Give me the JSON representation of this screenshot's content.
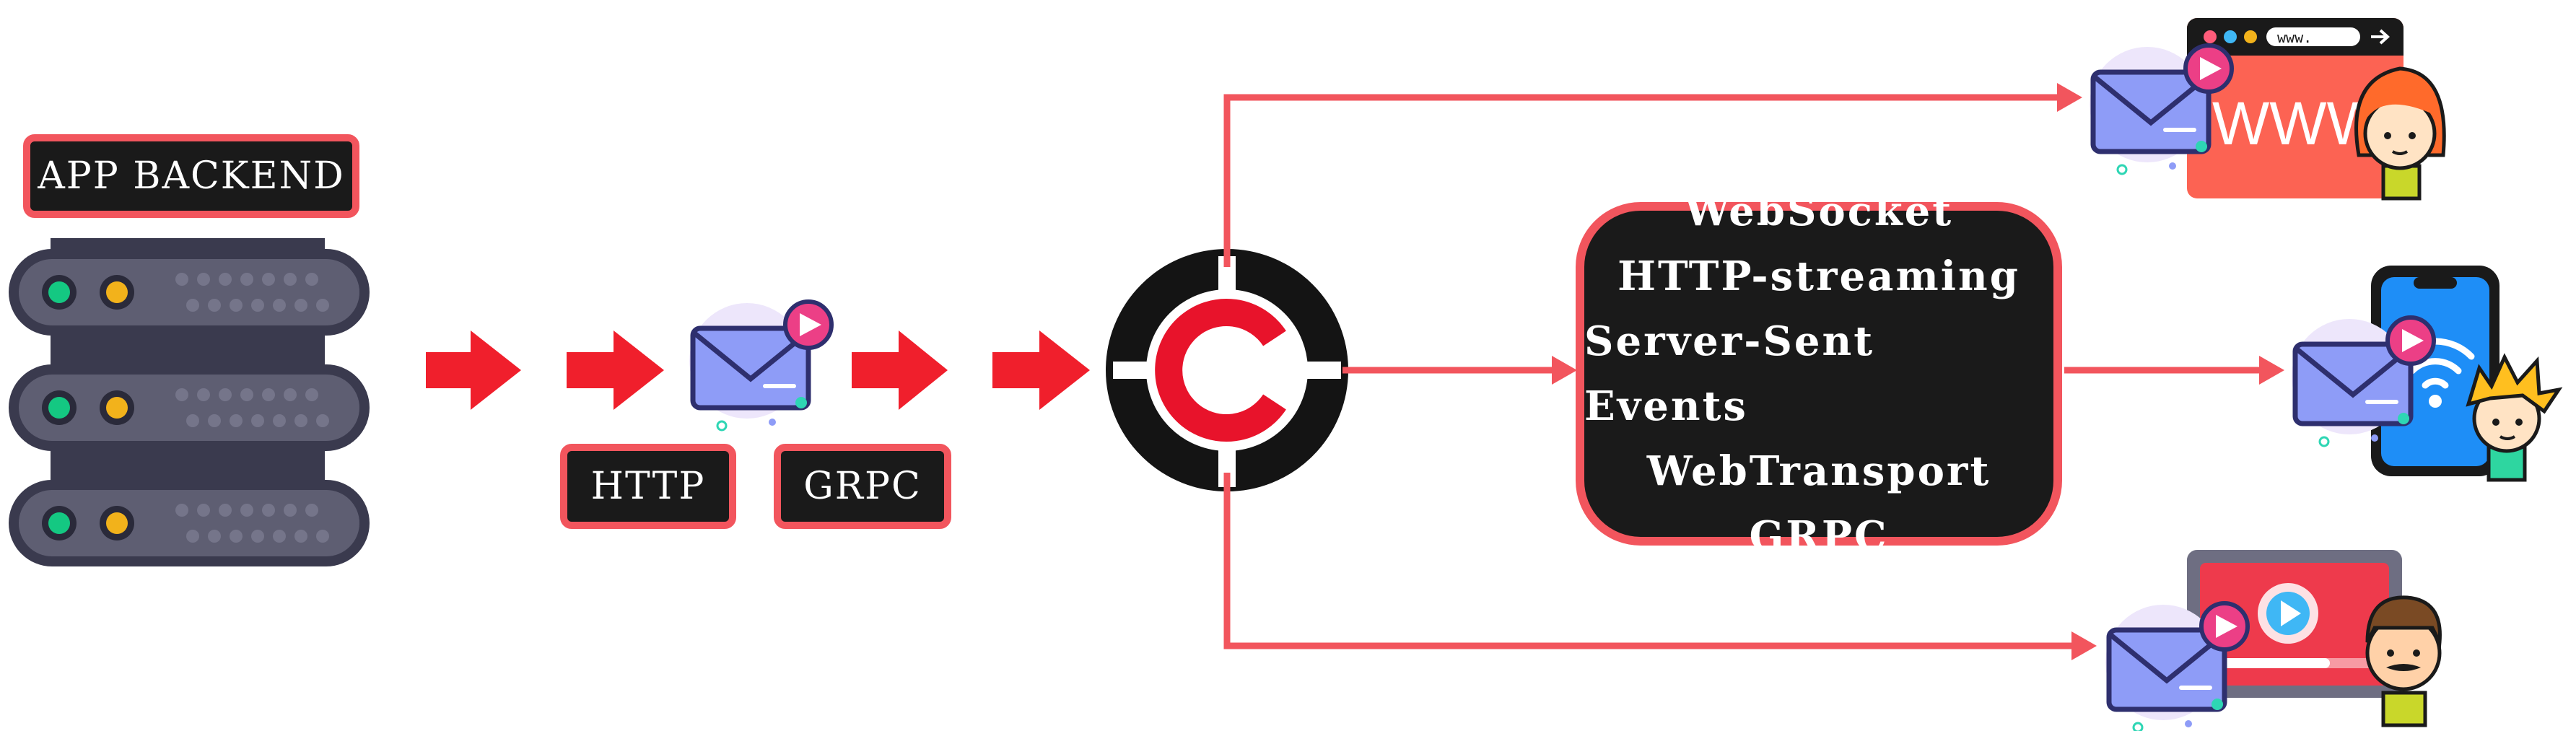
{
  "labels": {
    "app_backend": "APP BACKEND",
    "http": "HTTP",
    "grpc": "GRPC"
  },
  "protocols": [
    "WebSocket",
    "HTTP-streaming",
    "Server-Sent Events",
    "WebTransport",
    "GRPC"
  ],
  "browser": {
    "address": "www.",
    "page_text": "WWW"
  },
  "colors": {
    "accent": "#f2555d",
    "arrow": "#f01f2c",
    "dark": "#1a1a1a",
    "server": "#3a3a4e",
    "envelope": "#8e9cf7"
  }
}
